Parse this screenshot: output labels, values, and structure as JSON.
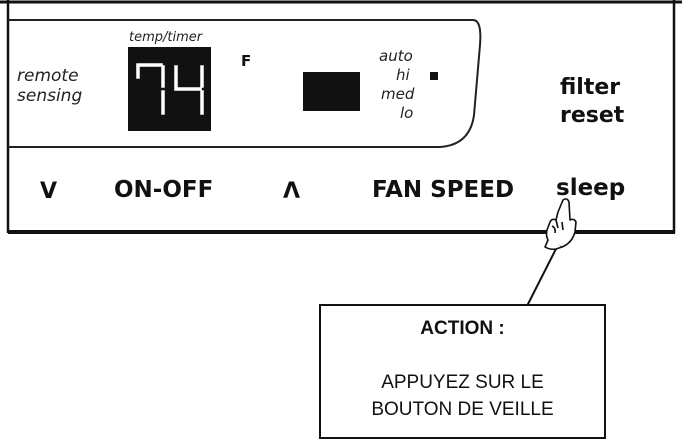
{
  "panel": {
    "label_remote_line1": "remote",
    "label_remote_line2": "sensing",
    "label_temp_timer": "temp/timer",
    "temp_display": "74",
    "unit": "F",
    "fan_modes": [
      "auto",
      "hi",
      "med",
      "lo"
    ],
    "filter_line1": "filter",
    "filter_line2": "reset"
  },
  "buttons": {
    "down": "V",
    "power": "ON-OFF",
    "up": "Λ",
    "fan_speed": "FAN SPEED",
    "sleep": "sleep"
  },
  "callout": {
    "title": "ACTION :",
    "line1": "APPUYEZ SUR LE",
    "line2": "BOUTON DE VEILLE"
  },
  "icons": [
    "pointing-hand-icon",
    "fan-mode-indicator-icon"
  ]
}
